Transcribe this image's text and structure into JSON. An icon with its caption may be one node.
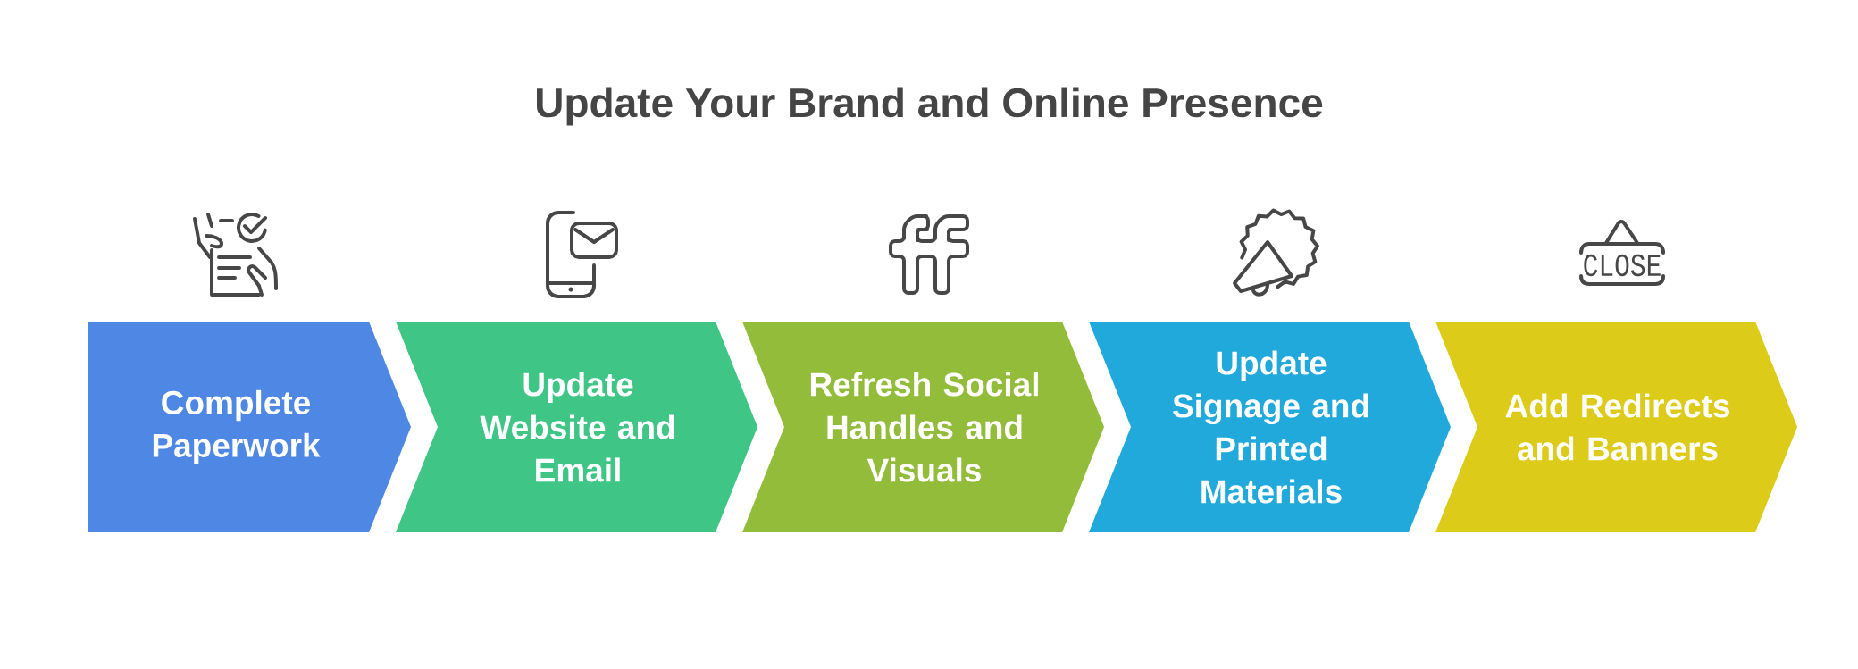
{
  "diagram": {
    "title": "Update Your Brand and Online Presence",
    "nodes": [
      {
        "text": [
          "Complete Paperwork"
        ]
      },
      {
        "text": [
          "Update Website and Email"
        ]
      },
      {
        "text": [
          "Refresh Social Handles and Visuals"
        ]
      },
      {
        "text": [
          "Update Signage and Printed Materials"
        ]
      },
      {
        "text": [
          "Add Redirects and Banners"
        ]
      }
    ],
    "labels": [
      "CLOSE"
    ]
  }
}
